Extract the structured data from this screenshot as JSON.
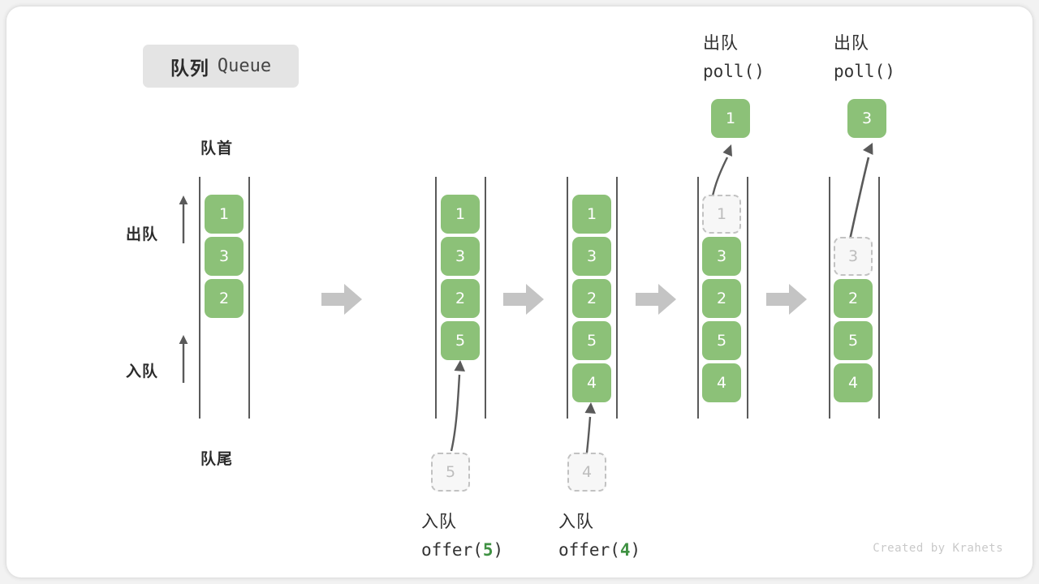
{
  "title": {
    "cn": "队列",
    "en": "Queue"
  },
  "labels": {
    "head": "队首",
    "tail": "队尾",
    "dequeue": "出队",
    "enqueue": "入队"
  },
  "colors": {
    "element_fill": "#8cc178",
    "element_text": "#ffffff",
    "ghost_fill": "#f7f7f7",
    "ghost_border": "#c2c2c2",
    "ghost_text": "#bdbdbd",
    "rail": "#5a5a5a",
    "flow_arrow": "#c4c4c4",
    "badge_bg": "#e4e4e4",
    "code_accent": "#3f9142",
    "text": "#2b2b2b",
    "watermark": "#c9c9c9"
  },
  "stages": [
    {
      "id": "initial",
      "caption_cn": "",
      "caption_code": "",
      "elements": [
        "1",
        "3",
        "2"
      ],
      "ghost_in_column": null,
      "incoming_value": null,
      "outgoing_value": null
    },
    {
      "id": "offer-5",
      "caption_cn": "入队",
      "caption_code_prefix": "offer(",
      "caption_code_value": "5",
      "caption_code_suffix": ")",
      "elements": [
        "1",
        "3",
        "2",
        "5"
      ],
      "incoming_value": "5",
      "outgoing_value": null
    },
    {
      "id": "offer-4",
      "caption_cn": "入队",
      "caption_code_prefix": "offer(",
      "caption_code_value": "4",
      "caption_code_suffix": ")",
      "elements": [
        "1",
        "3",
        "2",
        "5",
        "4"
      ],
      "incoming_value": "4",
      "outgoing_value": null
    },
    {
      "id": "poll-1",
      "caption_cn": "出队",
      "caption_code_prefix": "poll(",
      "caption_code_value": "",
      "caption_code_suffix": ")",
      "elements": [
        "1",
        "3",
        "2",
        "5",
        "4"
      ],
      "ghost_index": 0,
      "incoming_value": null,
      "outgoing_value": "1"
    },
    {
      "id": "poll-3",
      "caption_cn": "出队",
      "caption_code_prefix": "poll(",
      "caption_code_value": "",
      "caption_code_suffix": ")",
      "elements": [
        "3",
        "2",
        "5",
        "4"
      ],
      "ghost_index": 0,
      "incoming_value": null,
      "outgoing_value": "3"
    }
  ],
  "watermark": "Created by Krahets"
}
